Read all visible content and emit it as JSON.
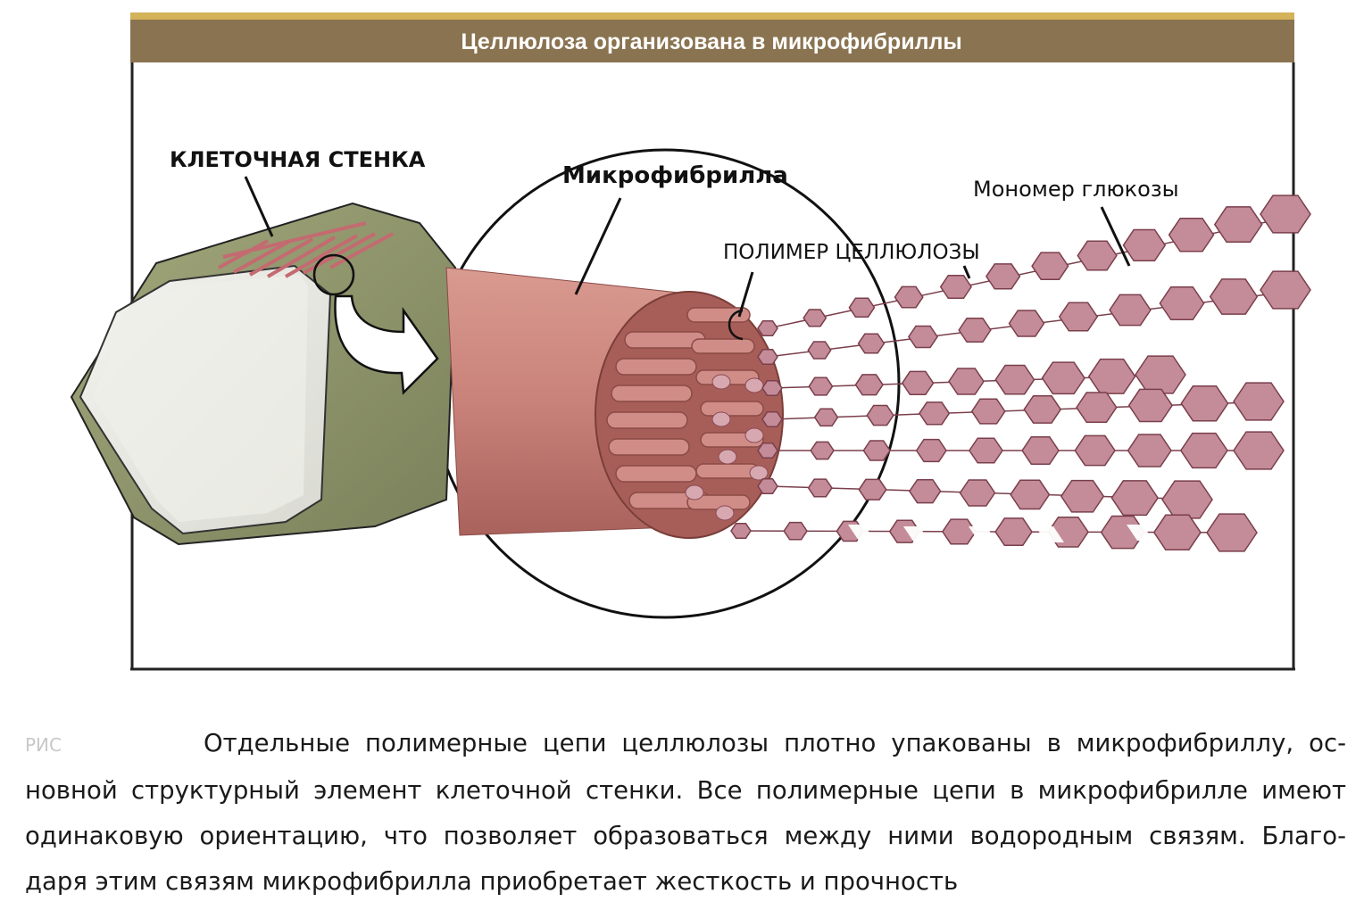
{
  "figure": {
    "title": "Целлюлоза организована в микрофибриллы",
    "labels": {
      "cell_wall": "КЛЕТОЧНАЯ СТЕНКА",
      "microfibril": "Микрофибрилла",
      "cellulose_polymer": "ПОЛИМЕР ЦЕЛЛЮЛОЗЫ",
      "glucose_monomer": "Мономер глюкозы"
    },
    "colors": {
      "title_bar": "#8a7350",
      "title_top_stripe": "#d4b25a",
      "cell_wall_green": "#8e9468",
      "microfibril_pink": "#c9827a",
      "glucose_fill": "#c48c98",
      "glucose_stroke": "#7a3f4c"
    }
  },
  "caption": {
    "figure_label": "РИС",
    "lines": [
      "Отдельные полимерные цепи целлюлозы плотно упакованы в микрофибриллу, ос-",
      "новной структурный элемент клеточной стенки. Все полимерные цепи в микрофибрилле имеют",
      "одинаковую ориентацию, что позволяет образоваться между ними водородным связям. Благо-",
      "даря этим связям микрофибрилла приобретает жесткость и прочность"
    ]
  }
}
